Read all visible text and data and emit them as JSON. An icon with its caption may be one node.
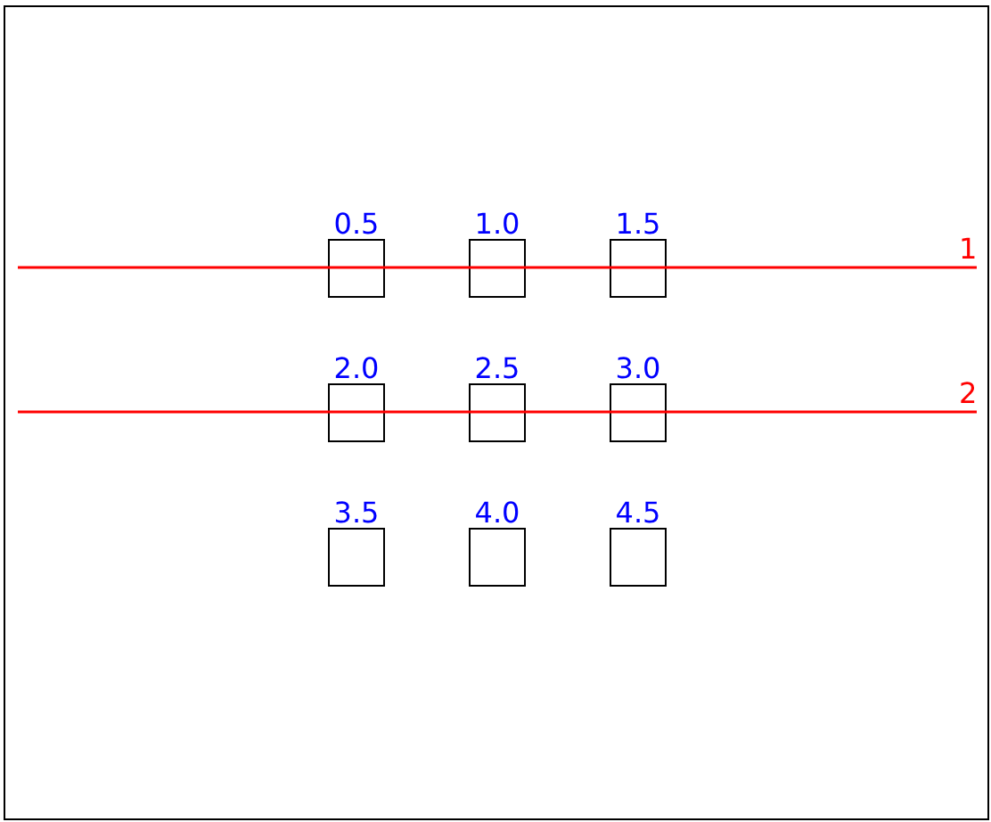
{
  "diagram": {
    "nodes": [
      {
        "text": [
          "0.5"
        ]
      },
      {
        "text": [
          "1.0"
        ]
      },
      {
        "text": [
          "1.5"
        ]
      },
      {
        "text": [
          "2.0"
        ]
      },
      {
        "text": [
          "2.5"
        ]
      },
      {
        "text": [
          "3.0"
        ]
      },
      {
        "text": [
          "3.5"
        ]
      },
      {
        "text": [
          "4.0"
        ]
      },
      {
        "text": [
          "4.5"
        ]
      }
    ],
    "labels": [
      "1",
      "2"
    ]
  }
}
